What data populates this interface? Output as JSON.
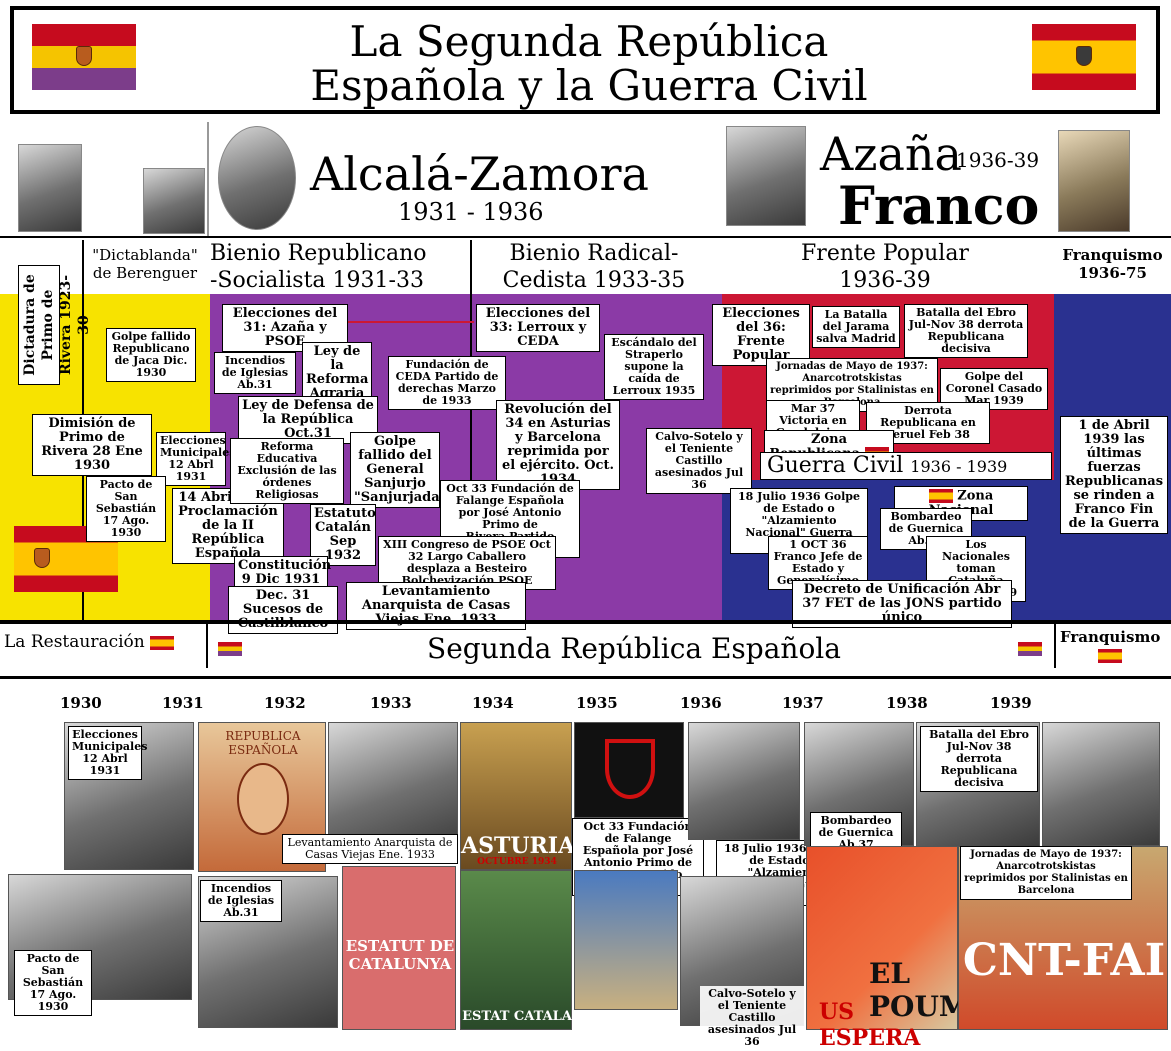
{
  "title": {
    "line1": "La Segunda República",
    "line2": "Española y la Guerra Civil"
  },
  "colors": {
    "republic_purple": "#8b3aa6",
    "primo_yellow": "#f7e300",
    "frente_red": "#cc1734",
    "franco_blue": "#2a3190",
    "nacional_blue": "#2a3190"
  },
  "leaders": {
    "alcala": {
      "name": "Alcalá-Zamora",
      "years": "1931 - 1936"
    },
    "azana": {
      "name": "Azaña",
      "years": "1936-39"
    },
    "franco": {
      "name": "Franco"
    }
  },
  "periods": {
    "primo": "Dictadura de Primo de Rivera 1923-30",
    "berenguer": {
      "line1": "\"Dictablanda\"",
      "line2": "de Berenguer"
    },
    "bienio_rs": {
      "line1": "Bienio Republicano",
      "line2": "-Socialista 1931-33"
    },
    "bienio_rc": {
      "line1": "Bienio Radical-",
      "line2": "Cedista 1933-35"
    },
    "frente": {
      "line1": "Frente Popular",
      "line2": "1936-39"
    },
    "franquismo": {
      "line1": "Franquismo",
      "line2": "1936-75"
    }
  },
  "events": {
    "golpe_jaca": "Golpe fallido Republicano de Jaca Dic. 1930",
    "dimision_primo": "Dimisión de Primo de Rivera 28 Ene 1930",
    "elecciones_mun": "Elecciones Municipales 12 Abrl 1931",
    "pacto_sebastian": "Pacto de San Sebastián 17 Ago. 1930",
    "abril_1931": "14 Abril 1931 Proclamación de la II República Española",
    "elecciones_31": "Elecciones del 31: Azaña y PSOE",
    "incendios": "Incendios de Iglesias Ab.31",
    "reforma_agraria": "Ley de la Reforma Agraria",
    "ley_defensa": "Ley de Defensa de la República Oct.31",
    "reforma_educativa": "Reforma Educativa Exclusión de las órdenes Religiosas",
    "sanjurjada": "Golpe fallido del General Sanjurjo \"Sanjurjada\"",
    "estatuto_catalan": "Estatuto Catalán Sep 1932",
    "constitucion": "Constitución 9 Dic 1931",
    "castilblanco": "Dec. 31 Sucesos de Castilblanco",
    "fundacion_ceda": "Fundación de CEDA Partido de derechas Marzo de 1933",
    "elecciones_33": "Elecciones del 33: Lerroux y CEDA",
    "estraperlo": "Escándalo del Straperlo supone la caída de Lerroux 1935",
    "revolucion_34": "Revolución del 34 en Asturias y Barcelona reprimida por el ejército. Oct. 1934",
    "falange": "Oct 33 Fundación de Falange Española por José Antonio Primo de Rivera.Partido Fascista",
    "xiii_congreso": "XIII Congreso de PSOE Oct 32 Largo Caballero desplaza a Besteiro Bolchevización PSOE",
    "casas_viejas": "Levantamiento Anarquista de Casas Viejas Ene. 1933",
    "calvo_sotelo": "Calvo-Sotelo y el Teniente Castillo asesinados Jul 36",
    "elecciones_36": "Elecciones del 36: Frente Popular",
    "jarama": "La Batalla del Jarama salva Madrid",
    "ebro": "Batalla del Ebro Jul-Nov 38 derrota Republicana decisiva",
    "jornadas_mayo": "Jornadas de Mayo de 1937: Anarcotrotskistas reprimidos por Stalinistas en Barcelona",
    "golpe_casado": "Golpe del Coronel Casado Mar 1939",
    "guadalajara": "Mar 37 Victoria en Guadalajara",
    "teruel": "Derrota Republicana en Teruel Feb 38",
    "zona_republicana": "Zona Republicana",
    "guerra_civil": "Guerra Civil",
    "guerra_years": "1936 - 1939",
    "zona_nacional": "Zona Nacional",
    "alzamiento": "18 Julio 1936 Golpe de Estado o \"Alzamiento Nacional\" Guerra Civil",
    "guernica": "Bombardeo de Guernica Ab.37",
    "franco_jefe": "1 OCT 36 Franco Jefe de Estado y Generalísimo",
    "cataluna": "Los Nacionales toman Cataluña Febrero 1939",
    "decreto": "Decreto de Unificación Abr 37 FET de las JONS partido único",
    "fin_guerra": "1 de Abril 1939 las últimas fuerzas Republicanas se rinden a Franco Fin de la Guerra"
  },
  "timeline": {
    "restauracion": "La Restauración",
    "segunda": "Segunda República Española",
    "franquismo": "Franquismo",
    "years": [
      "1930",
      "1931",
      "1932",
      "1933",
      "1934",
      "1935",
      "1936",
      "1937",
      "1938",
      "1939"
    ]
  },
  "photo_captions": {
    "elecciones": "Elecciones Municipales 12 Abrl 1931",
    "pacto": "Pacto de San Sebastián 17 Ago. 1930",
    "incendios": "Incendios de Iglesias Ab.31",
    "casas_viejas": "Levantamiento Anarquista de Casas Viejas Ene. 1933",
    "falange": "Oct 33 Fundación de Falange Española por José Antonio Primo de Rivera.Partido Fascista",
    "alzamiento": "18 Julio 1936 Golpe de Estado o \"Alzamiento Nacional\" Guerra Civil",
    "guernica": "Bombardeo de Guernica Ab.37",
    "ebro": "Batalla del Ebro Jul-Nov 38 derrota Republicana decisiva",
    "jornadas": "Jornadas de Mayo de 1937: Anarcotrotskistas reprimidos por Stalinistas en Barcelona",
    "calvo": "Calvo-Sotelo y el Teniente Castillo asesinados Jul 36"
  },
  "poster_texts": {
    "republica": "REPUBLICA ESPAÑOLA",
    "asturias": "ASTURIAS",
    "octubre": "OCTUBRE 1934",
    "estatut": "ESTATUT DE CATALUNYA",
    "estat_catala": "ESTAT CATALA",
    "poum": "EL POUM",
    "espera": "US ESPERA",
    "cnt": "CNT-FAI"
  }
}
